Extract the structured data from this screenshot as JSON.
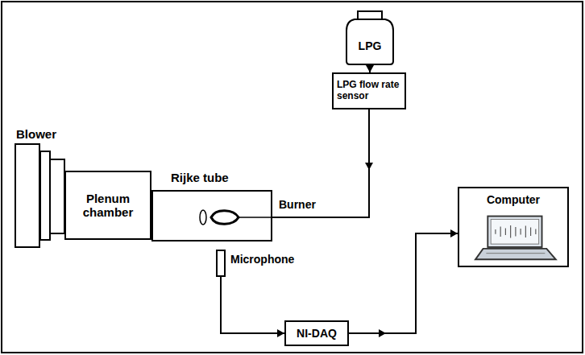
{
  "diagram": {
    "nodes": [
      {
        "text": [
          "LPG"
        ]
      },
      {
        "text": [
          "LPG flow rate sensor"
        ]
      },
      {
        "text": [
          "Blower"
        ]
      },
      {
        "text": [
          "Plenum chamber"
        ]
      },
      {
        "text": [
          "Rijke tube"
        ]
      },
      {
        "text": [
          "Microphone"
        ]
      },
      {
        "text": [
          "NI-DAQ"
        ]
      },
      {
        "text": [
          "Computer"
        ]
      }
    ],
    "edges": [
      {
        "from": 0,
        "to": 1,
        "arrow": "to"
      },
      {
        "from": 1,
        "to": 4,
        "arrow": "to"
      },
      {
        "from": 5,
        "to": 6,
        "arrow": "to"
      },
      {
        "from": 6,
        "to": 7,
        "arrow": "to"
      }
    ],
    "labels": [
      "Burner"
    ]
  }
}
